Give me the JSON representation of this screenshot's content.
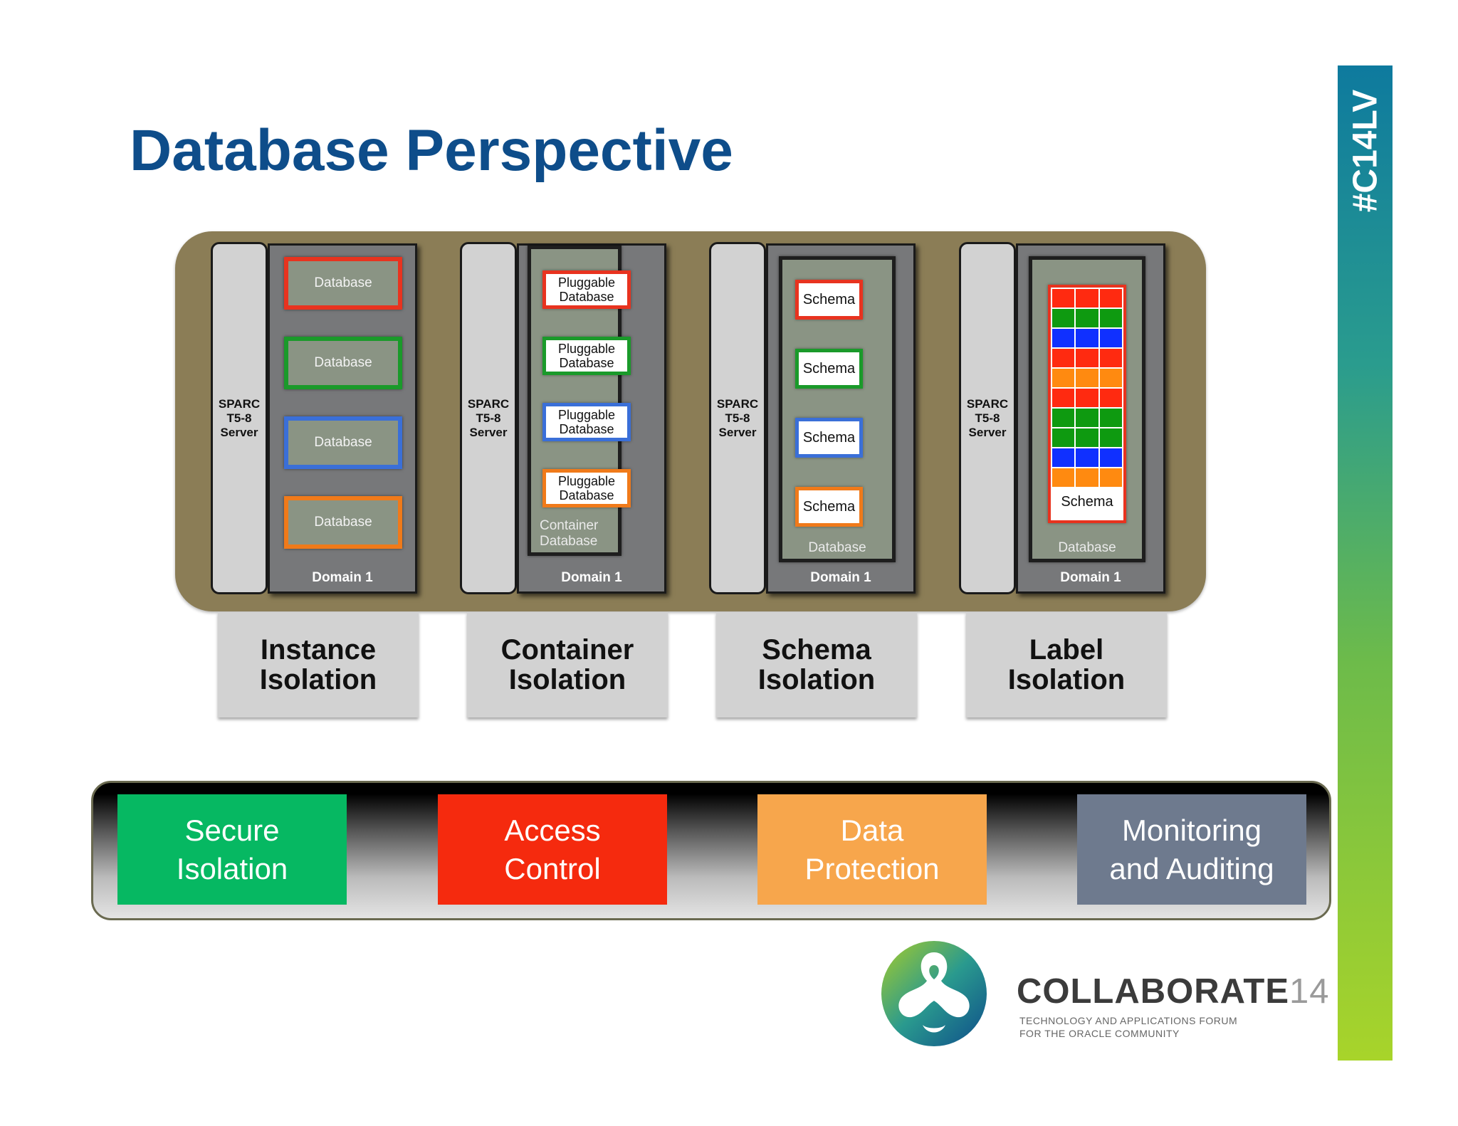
{
  "slide": {
    "title": "Database Perspective",
    "tag": "#C14LV"
  },
  "columns": [
    {
      "server": [
        "SPARC",
        "T5-8",
        "Server"
      ],
      "domain": "Domain 1",
      "caption": [
        "Instance",
        "Isolation"
      ],
      "databases": [
        {
          "label": "Database",
          "color": "#e8331f"
        },
        {
          "label": "Database",
          "color": "#1a9a2a"
        },
        {
          "label": "Database",
          "color": "#3a6fd8"
        },
        {
          "label": "Database",
          "color": "#f07a1a"
        }
      ]
    },
    {
      "server": [
        "SPARC",
        "T5-8",
        "Server"
      ],
      "domain": "Domain 1",
      "caption": [
        "Container",
        "Isolation"
      ],
      "container_label": [
        "Container",
        "Database"
      ],
      "databases": [
        {
          "label": [
            "Pluggable",
            "Database"
          ],
          "color": "#e8331f"
        },
        {
          "label": [
            "Pluggable",
            "Database"
          ],
          "color": "#1a9a2a"
        },
        {
          "label": [
            "Pluggable",
            "Database"
          ],
          "color": "#3a6fd8"
        },
        {
          "label": [
            "Pluggable",
            "Database"
          ],
          "color": "#f07a1a"
        }
      ]
    },
    {
      "server": [
        "SPARC",
        "T5-8",
        "Server"
      ],
      "domain": "Domain 1",
      "caption": [
        "Schema",
        "Isolation"
      ],
      "container_label": "Database",
      "schemas": [
        {
          "label": "Schema",
          "color": "#e8331f"
        },
        {
          "label": "Schema",
          "color": "#1a9a2a"
        },
        {
          "label": "Schema",
          "color": "#3a6fd8"
        },
        {
          "label": "Schema",
          "color": "#f07a1a"
        }
      ]
    },
    {
      "server": [
        "SPARC",
        "T5-8",
        "Server"
      ],
      "domain": "Domain 1",
      "caption": [
        "Label",
        "Isolation"
      ],
      "container_label": "Database",
      "schema_label": "Schema",
      "label_rows": [
        "#ff2a10",
        "#0e9a10",
        "#1030ff",
        "#ff2a10",
        "#ff8a10",
        "#ff2a10",
        "#0e9a10",
        "#0e9a10",
        "#1030ff",
        "#ff8a10"
      ]
    }
  ],
  "pillars": [
    {
      "label": [
        "Secure",
        "Isolation"
      ],
      "color": "#06b862"
    },
    {
      "label": [
        "Access",
        "Control"
      ],
      "color": "#f52a0e"
    },
    {
      "label": [
        "Data",
        "Protection"
      ],
      "color": "#f7a64c"
    },
    {
      "label": [
        "Monitoring",
        "and Auditing"
      ],
      "color": "#6e7a8e"
    }
  ],
  "brand": {
    "name": "COLLABORATE",
    "number": "14",
    "tagline": [
      "TECHNOLOGY AND APPLICATIONS FORUM",
      "FOR THE ORACLE COMMUNITY"
    ]
  }
}
